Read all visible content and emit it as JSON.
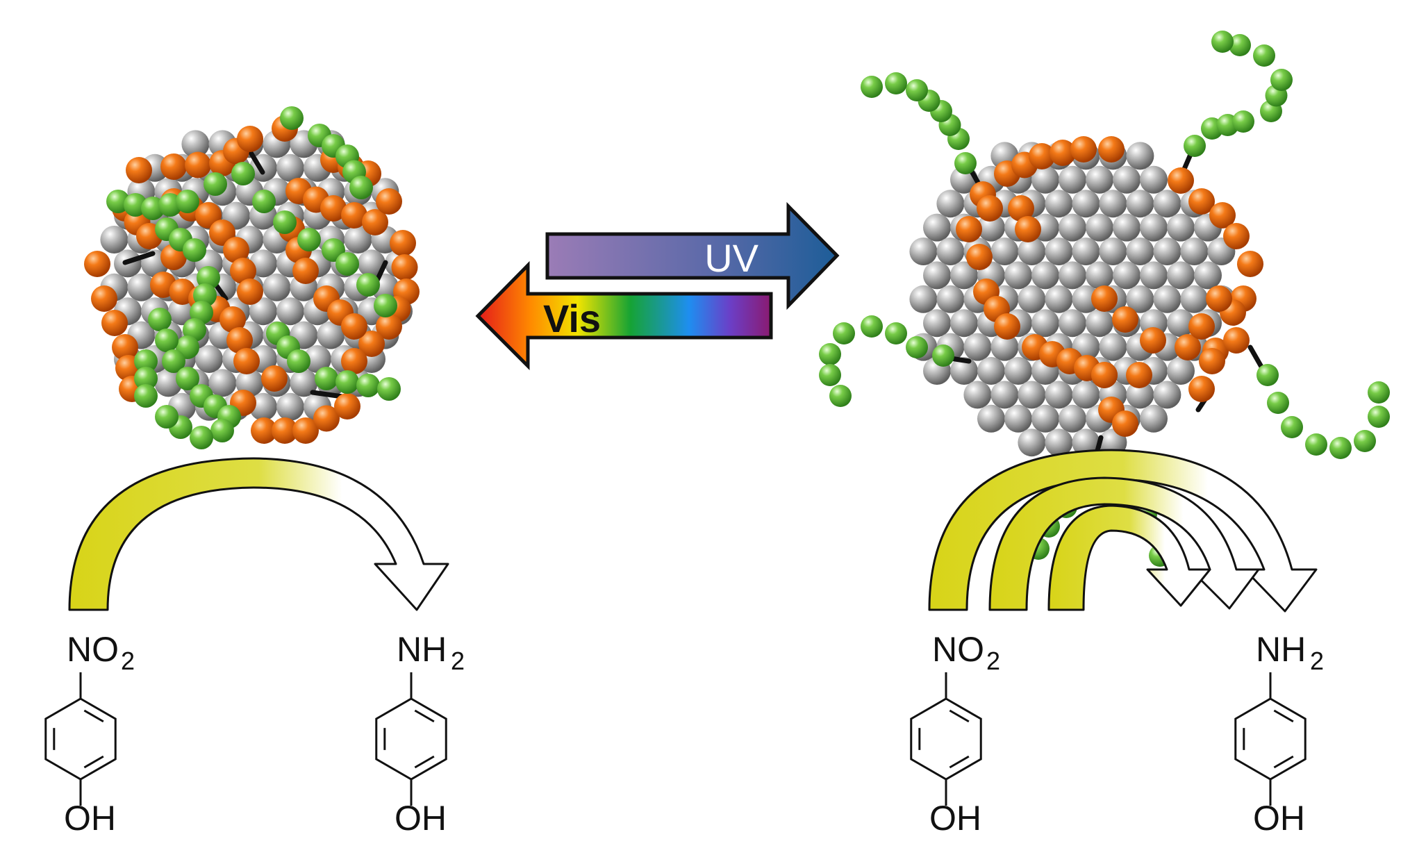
{
  "arrows": {
    "uv_label": "UV",
    "vis_label": "Vis"
  },
  "left_panel": {
    "reactant": {
      "group": "NO",
      "subscript": "2",
      "bottom": "OH"
    },
    "product": {
      "group": "NH",
      "subscript": "2",
      "bottom": "OH"
    }
  },
  "right_panel": {
    "reactant": {
      "group": "NO",
      "subscript": "2",
      "bottom": "OH"
    },
    "product": {
      "group": "NH",
      "subscript": "2",
      "bottom": "OH"
    }
  },
  "colors": {
    "core_sphere": "#9a9a9a",
    "orange_ligand": "#f07010",
    "green_ligand": "#6cc43c",
    "reactant_arrow": "#d8d418",
    "uv_arrow_start": "#9a7bb5",
    "uv_arrow_end": "#1f5f9a"
  }
}
